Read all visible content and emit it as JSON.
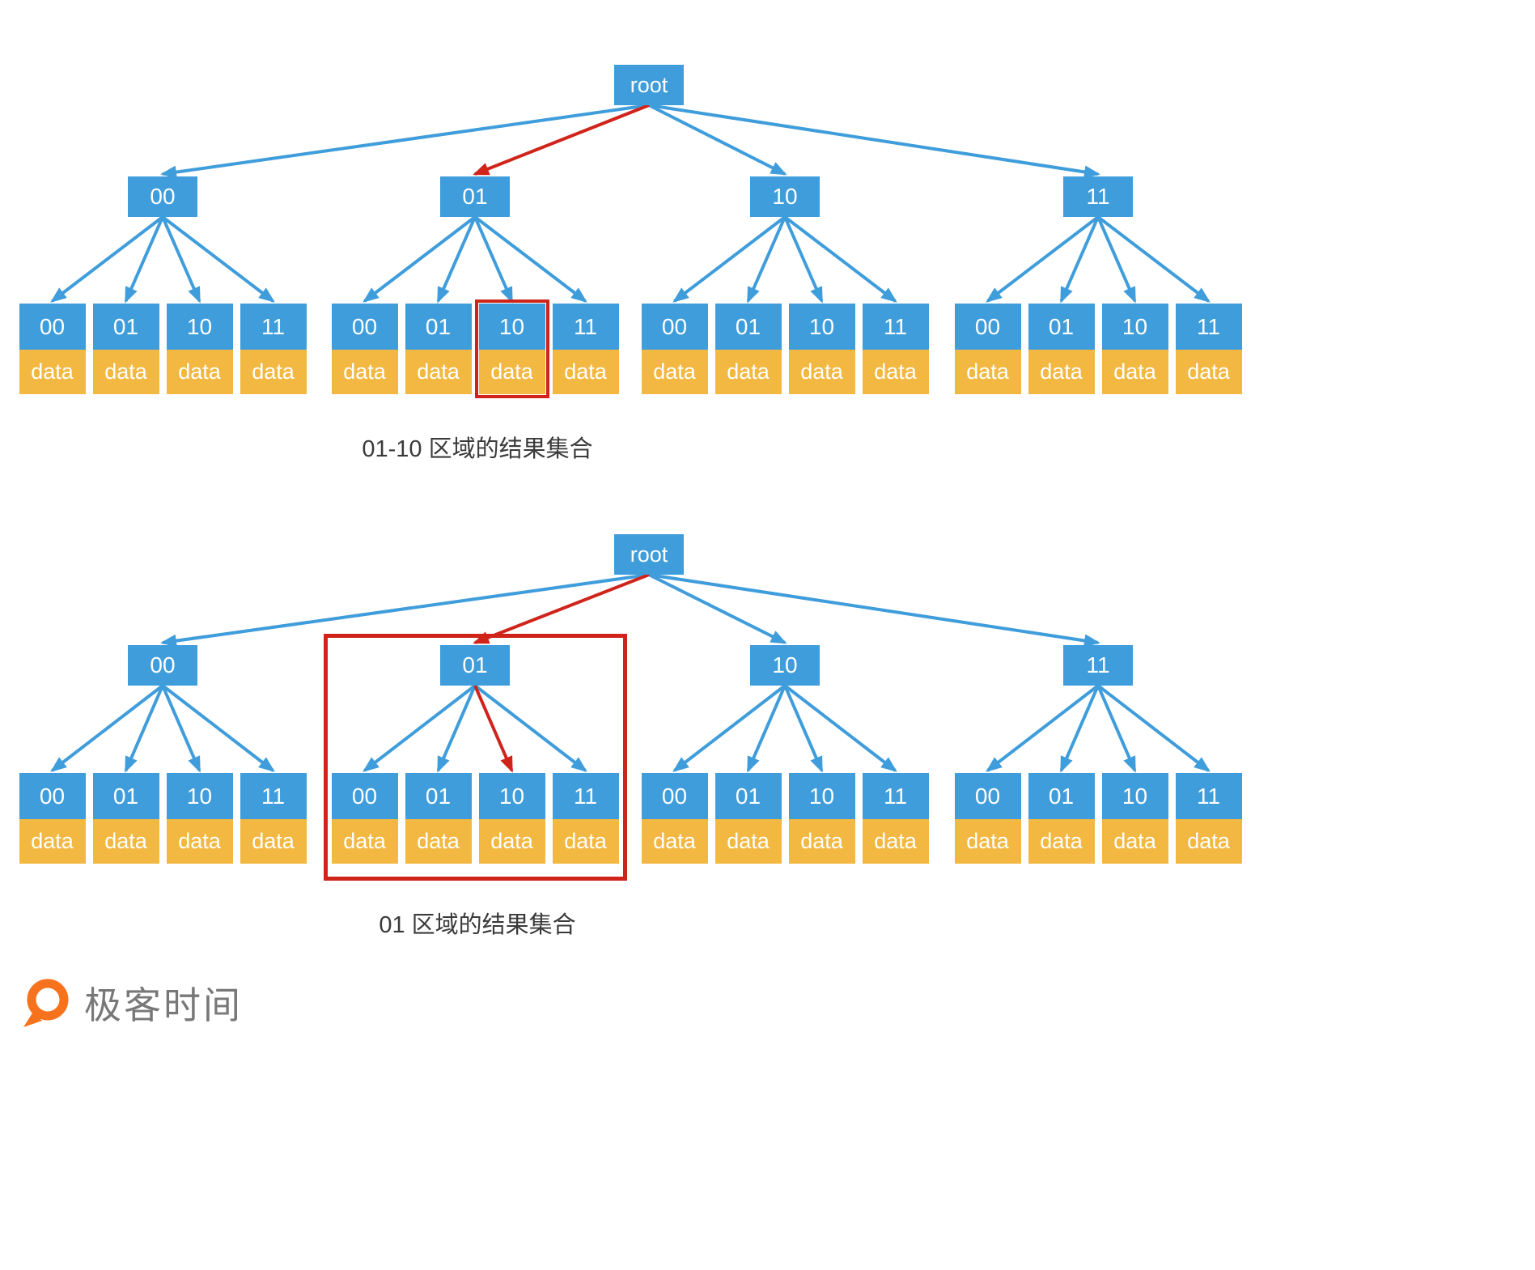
{
  "page": {
    "background": "#ffffff"
  },
  "colors": {
    "node_blue": "#3f9ddb",
    "data_yellow": "#f2b842",
    "highlight_red": "#d0241b",
    "node_text": "#ffffff",
    "caption_text": "#3a3a3a",
    "logo_orange": "#f7721c",
    "logo_text_gray": "#787878"
  },
  "trees": [
    {
      "root_label": "root",
      "branches": [
        "00",
        "01",
        "10",
        "11"
      ],
      "leaves": [
        "00",
        "01",
        "10",
        "11"
      ],
      "data_label": "data",
      "caption": "01-10 区域的结果集合",
      "red_arrow_root_to_branch": "01",
      "red_arrow_branch_to_leaf": null,
      "highlight": {
        "type": "leaf",
        "branch": "01",
        "leaf": "10"
      }
    },
    {
      "root_label": "root",
      "branches": [
        "00",
        "01",
        "10",
        "11"
      ],
      "leaves": [
        "00",
        "01",
        "10",
        "11"
      ],
      "data_label": "data",
      "caption": "01 区域的结果集合",
      "red_arrow_root_to_branch": "01",
      "red_arrow_branch_to_leaf": {
        "branch": "01",
        "leaf": "10"
      },
      "highlight": {
        "type": "subtree",
        "branch": "01"
      }
    }
  ],
  "logo": {
    "icon": "geektime-q-icon",
    "brand_text": "极客时间"
  }
}
